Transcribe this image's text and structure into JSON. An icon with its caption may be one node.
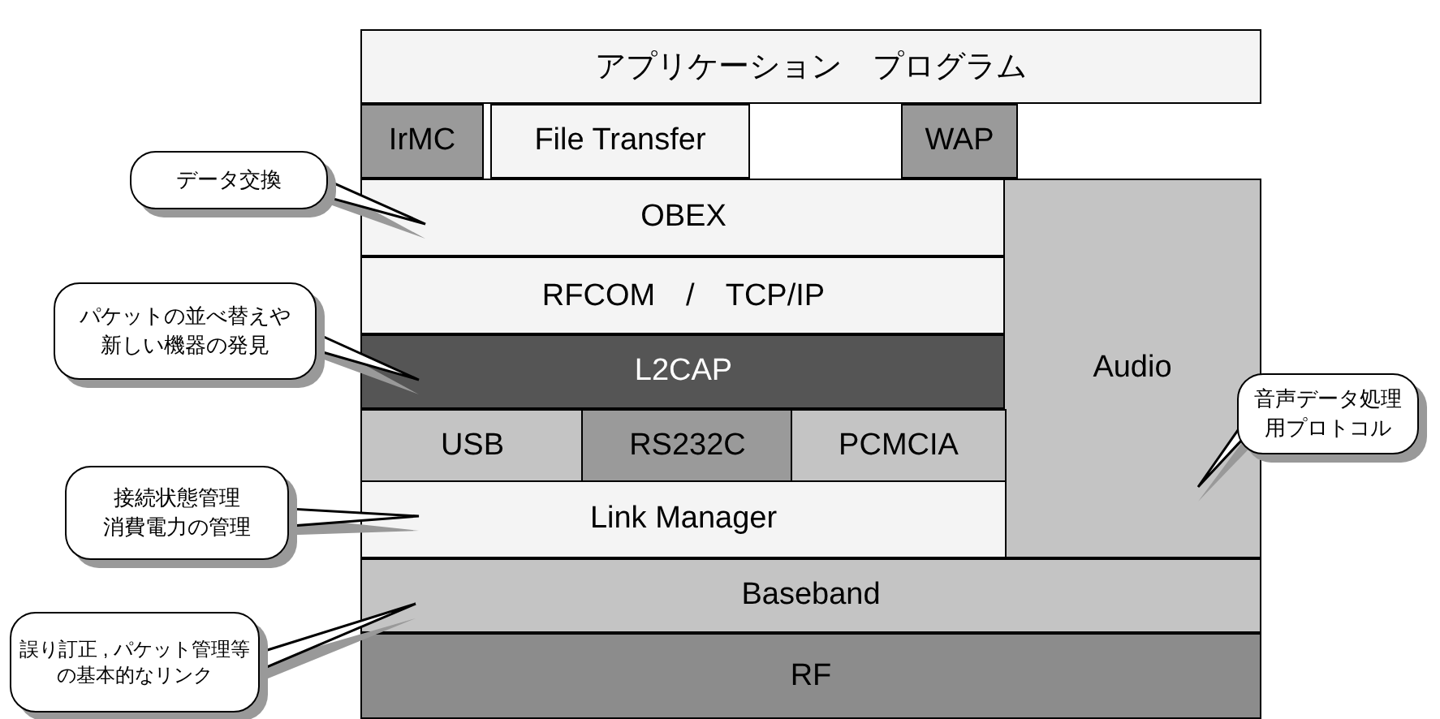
{
  "diagram": {
    "nodes": [
      {
        "text": [
          "アプリケーション　プログラム"
        ]
      },
      {
        "text": [
          "IrMC"
        ]
      },
      {
        "text": [
          "File Transfer"
        ]
      },
      {
        "text": [
          "WAP"
        ]
      },
      {
        "text": [
          "データ交換"
        ]
      },
      {
        "text": [
          "OBEX"
        ]
      },
      {
        "text": [
          "RFCOM　/　TCP/IP"
        ]
      },
      {
        "text": [
          "パケットの並べ替えや新しい機器の発見"
        ]
      },
      {
        "text": [
          "L2CAP"
        ]
      },
      {
        "text": [
          "Audio"
        ]
      },
      {
        "text": [
          "音声データ処理用プロトコル"
        ]
      },
      {
        "text": [
          "USB"
        ]
      },
      {
        "text": [
          "RS232C"
        ]
      },
      {
        "text": [
          "PCMCIA"
        ]
      },
      {
        "text": [
          "接続状態管理",
          "消費電力の管理"
        ]
      },
      {
        "text": [
          "Link Manager"
        ]
      },
      {
        "text": [
          "誤り訂正 , パケット管理等の基本的なリンク"
        ]
      },
      {
        "text": [
          "Baseband"
        ]
      },
      {
        "text": [
          "RF"
        ]
      }
    ],
    "edges": [
      {
        "from": 4,
        "to": 5,
        "arrow": "none"
      },
      {
        "from": 7,
        "to": 8,
        "arrow": "none"
      },
      {
        "from": 10,
        "to": 9,
        "arrow": "none"
      },
      {
        "from": 14,
        "to": 15,
        "arrow": "none"
      },
      {
        "from": 16,
        "to": 17,
        "arrow": "none"
      }
    ]
  }
}
